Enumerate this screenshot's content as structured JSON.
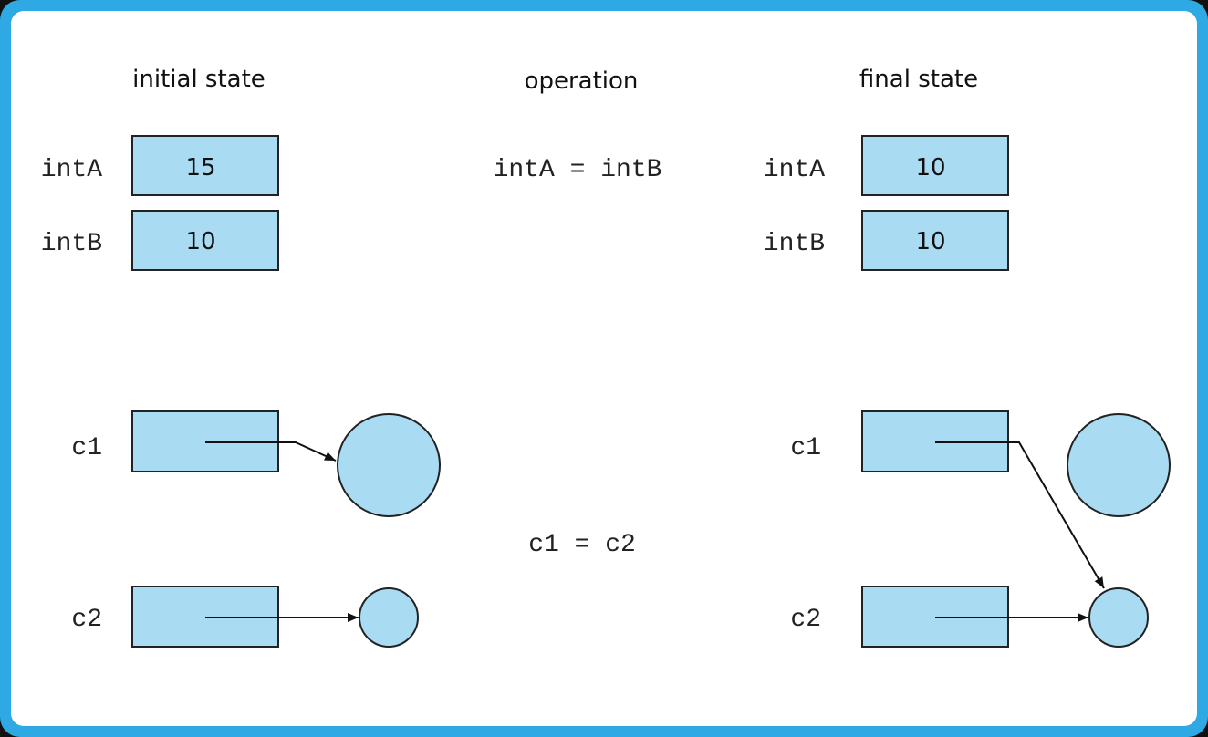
{
  "colors": {
    "frame": "#2fa9e3",
    "background": "#ffffff",
    "cell_fill": "#a9dbf3",
    "stroke": "#222222"
  },
  "headings": {
    "initial": "initial state",
    "operation": "operation",
    "final": "final state"
  },
  "primitives": {
    "operation": "intA = intB",
    "initial": [
      {
        "label": "intA",
        "value": "15"
      },
      {
        "label": "intB",
        "value": "10"
      }
    ],
    "final": [
      {
        "label": "intA",
        "value": "10"
      },
      {
        "label": "intB",
        "value": "10"
      }
    ]
  },
  "references": {
    "operation": "c1 = c2",
    "initial": [
      {
        "label": "c1"
      },
      {
        "label": "c2"
      }
    ],
    "final": [
      {
        "label": "c1"
      },
      {
        "label": "c2"
      }
    ]
  }
}
